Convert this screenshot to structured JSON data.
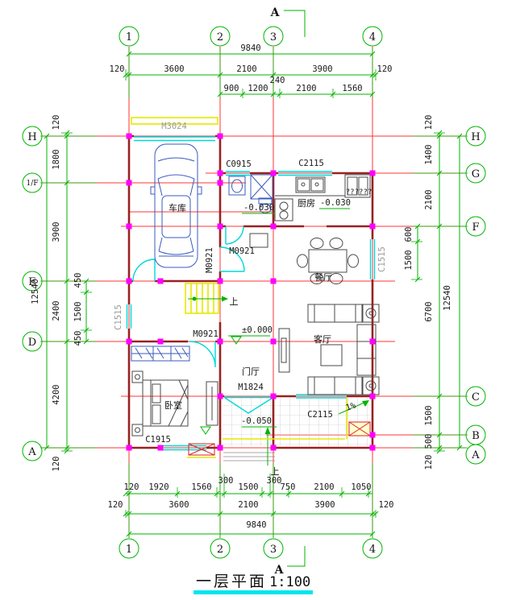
{
  "drawing": {
    "title": "一层平面",
    "scale": "1:100",
    "section_letter": "A"
  },
  "colors": {
    "grid_red": "#ff2020",
    "wall_red": "#9b2020",
    "dim_green": "#00b400",
    "window_cyan": "#00d8d8",
    "column_magenta": "#ff00ff",
    "stair_yellow": "#e8e800",
    "fixture_blue": "#3a5bbf",
    "underline_cyan": "#00e5ee"
  },
  "grid_bubbles": {
    "top": [
      "1",
      "2",
      "3",
      "4"
    ],
    "bottom": [
      "1",
      "2",
      "3",
      "4"
    ],
    "left": [
      "H",
      "1/F",
      "E",
      "D",
      "A"
    ],
    "right": [
      "H",
      "G",
      "F",
      "C",
      "B",
      "A"
    ]
  },
  "dims": {
    "top_overall": "9840",
    "top_major": [
      "120",
      "3600",
      "2100",
      "3900",
      "120"
    ],
    "top_minor": [
      "900",
      "1200",
      "240",
      "2100",
      "1560"
    ],
    "bottom_minor": [
      "120",
      "1920",
      "1560",
      "300",
      "1500",
      "300",
      "750",
      "2100",
      "1050"
    ],
    "bottom_major": [
      "120",
      "3600",
      "2100",
      "3900",
      "120"
    ],
    "bottom_overall": "9840",
    "left_overall": "12540",
    "left_major": [
      "120",
      "1800",
      "3900",
      "2400",
      "4200",
      "120"
    ],
    "left_minor": [
      "450",
      "1500",
      "450"
    ],
    "right_minor": [
      "600",
      "1500"
    ],
    "right_major": [
      "120",
      "1400",
      "2100",
      "6700",
      "1500",
      "500",
      "120"
    ],
    "right_overall": "12540"
  },
  "rooms": {
    "garage": "车库",
    "kitchen": "厨房",
    "dining": "餐厅",
    "living": "客厅",
    "hall": "门厅",
    "bedroom": "卧室"
  },
  "openings": {
    "garage_door": "M3024",
    "bath_window": "C0915",
    "kitchen_window": "C2115",
    "garage_hall_door": "M0921",
    "bath_door": "M0921",
    "bedroom_door": "M0921",
    "entry_door": "M1824",
    "bedroom_window": "C1915",
    "porch_window": "C2115",
    "left_window": "C1515",
    "right_window": "C1515"
  },
  "levels": {
    "hall": "±0.000",
    "bath": "-0.030",
    "kitchen": "-0.030",
    "porch": "-0.050"
  },
  "annotations": {
    "stairs_up": "上",
    "entry_up": "上",
    "slope": "1%",
    "garbled": "??????"
  }
}
